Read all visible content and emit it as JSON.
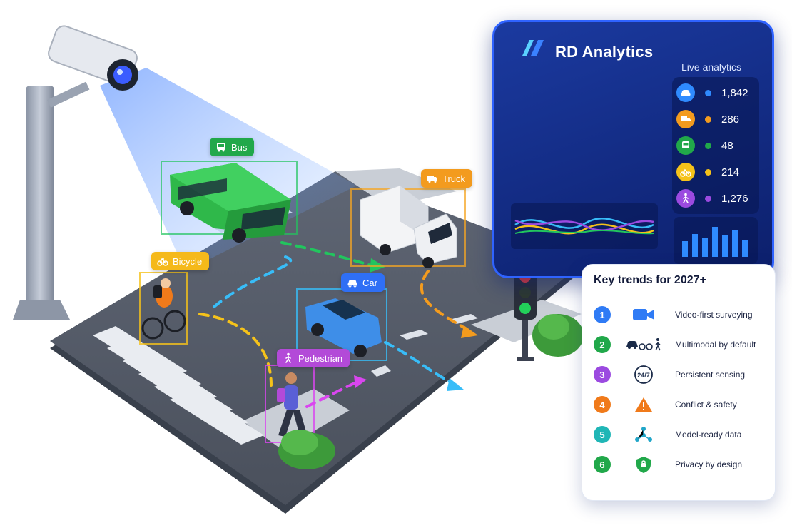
{
  "detections": {
    "bus": {
      "label": "Bus",
      "color": "#21a84a"
    },
    "truck": {
      "label": "Truck",
      "color": "#f39b1e"
    },
    "bicycle": {
      "label": "Bicycle",
      "color": "#f5b91a"
    },
    "car": {
      "label": "Car",
      "color": "#2f6ff5"
    },
    "pedestrian": {
      "label": "Pedestrian",
      "color": "#b34ad8"
    }
  },
  "panel": {
    "title": "RD Analytics",
    "subtitle": "Live analytics",
    "stats": [
      {
        "icon": "car-icon",
        "value": "1,842",
        "color": "#2f8bff"
      },
      {
        "icon": "truck-icon",
        "value": "286",
        "color": "#f39b1e"
      },
      {
        "icon": "bus-icon",
        "value": "48",
        "color": "#21a84a"
      },
      {
        "icon": "bicycle-icon",
        "value": "214",
        "color": "#f5c21a"
      },
      {
        "icon": "pedestrian-icon",
        "value": "1,276",
        "color": "#9b4ae0"
      }
    ]
  },
  "trends": {
    "title": "Key trends for 2027+",
    "items": [
      {
        "num": "1",
        "icon": "video-camera-icon",
        "text": "Video-first surveying",
        "color": "#2f7bf5"
      },
      {
        "num": "2",
        "icon": "multimodal-icon",
        "text": "Multimodal by default",
        "color": "#21a84a"
      },
      {
        "num": "3",
        "icon": "clock-24-7-icon",
        "text": "Persistent sensing",
        "color": "#9b4ae0"
      },
      {
        "num": "4",
        "icon": "warning-icon",
        "text": "Conflict & safety",
        "color": "#f07a1a"
      },
      {
        "num": "5",
        "icon": "network-icon",
        "text": "Medel-ready data",
        "color": "#20b6b6"
      },
      {
        "num": "6",
        "icon": "shield-icon",
        "text": "Privacy by design",
        "color": "#21a84a"
      }
    ],
    "clock_text": "24/7"
  }
}
